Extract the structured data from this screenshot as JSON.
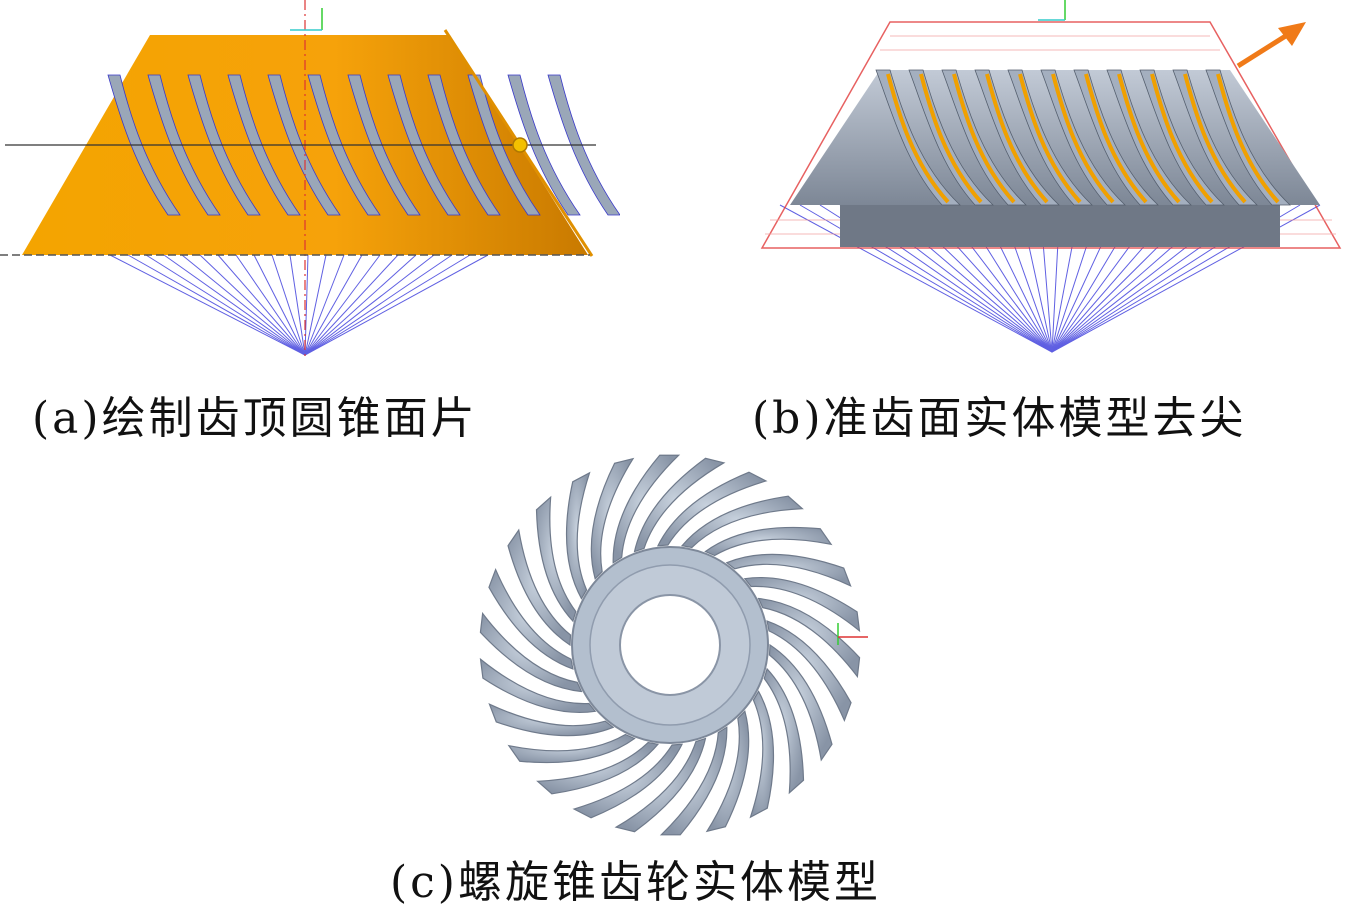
{
  "captions": {
    "a": "(a)绘制齿顶圆锥面片",
    "b": "(b)准齿面实体模型去尖",
    "c": "(c)螺旋锥齿轮实体模型"
  },
  "colors": {
    "cone_orange": "#f5a20a",
    "tooth_gray": "#9aa7b8",
    "wire_blue": "#2b2bd9",
    "bound_red": "#e23a3a",
    "arrow_orange": "#f07a18",
    "gear_body": "#a9b6c6"
  },
  "gear": {
    "teeth": 26
  }
}
